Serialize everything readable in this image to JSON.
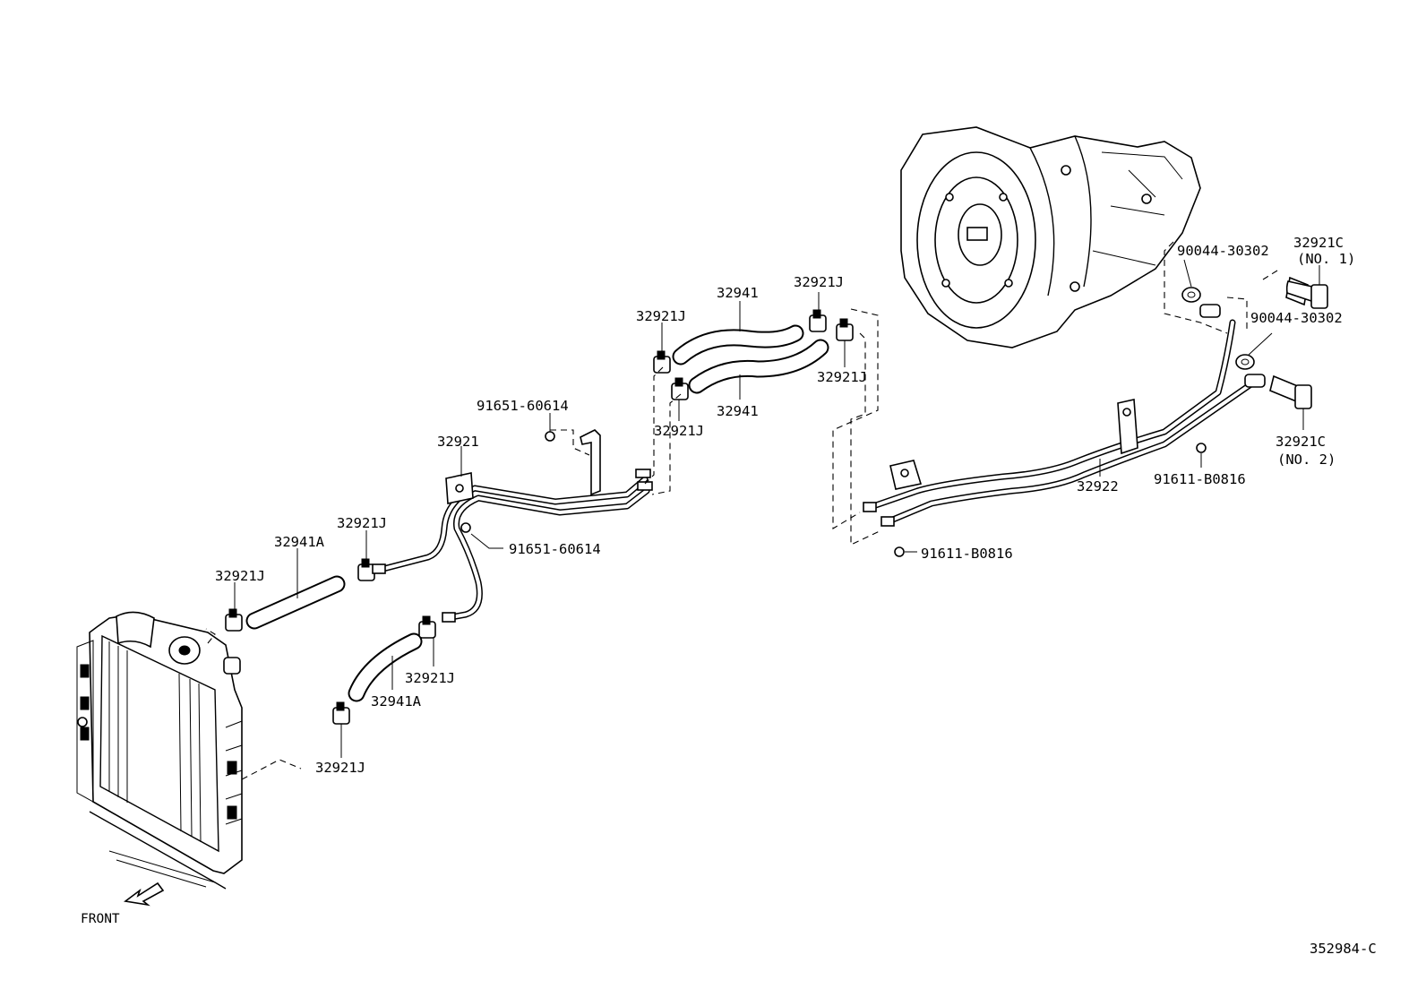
{
  "diagram": {
    "figure_id": "352984-C",
    "front_label": "FRONT",
    "labels": {
      "hose_a_upper": "32941A",
      "clamp_a": "32921J",
      "clamp_b": "32921J",
      "hose_a_lower": "32941A",
      "clamp_c": "32921J",
      "clamp_d": "32921J",
      "tube_1": "32921",
      "bolt_1_upper": "91651-60614",
      "bolt_1_lower": "91651-60614",
      "clamp_e": "32921J",
      "hose_upper": "32941",
      "clamp_f": "32921J",
      "clamp_g": "32921J",
      "hose_lower": "32941",
      "clamp_h": "32921J",
      "tube_2": "32922",
      "bolt_2_upper": "91611-B0816",
      "bolt_2_lower": "91611-B0816",
      "gasket_upper": "90044-30302",
      "gasket_lower": "90044-30302",
      "union_bolt_1": "32921C",
      "union_bolt_1_no": "(NO. 1)",
      "union_bolt_2": "32921C",
      "union_bolt_2_no": "(NO. 2)"
    }
  }
}
